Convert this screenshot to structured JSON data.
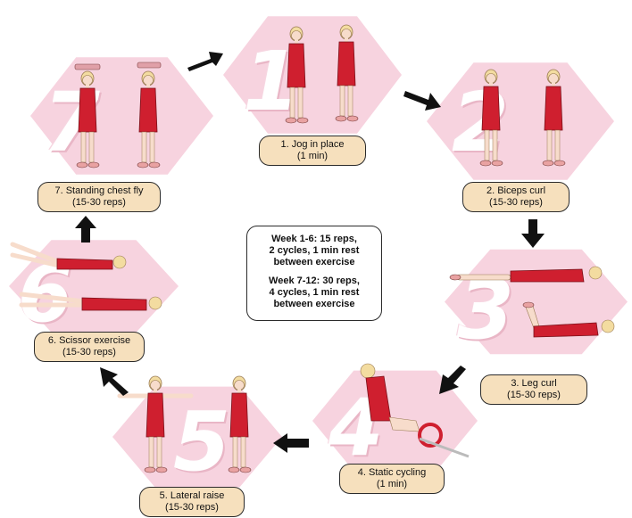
{
  "stations": [
    {
      "number": "1",
      "title": "1. Jog in place",
      "detail": "(1 min)"
    },
    {
      "number": "2",
      "title": "2. Biceps curl",
      "detail": "(15-30 reps)"
    },
    {
      "number": "3",
      "title": "3. Leg curl",
      "detail": "(15-30 reps)"
    },
    {
      "number": "4",
      "title": "4. Static cycling",
      "detail": "(1 min)"
    },
    {
      "number": "5",
      "title": "5. Lateral raise",
      "detail": "(15-30 reps)"
    },
    {
      "number": "6",
      "title": "6. Scissor exercise",
      "detail": "(15-30 reps)"
    },
    {
      "number": "7",
      "title": "7. Standing chest fly",
      "detail": "(15-30 reps)"
    }
  ],
  "info": {
    "week1_6": [
      "Week 1-6: 15 reps,",
      "2 cycles, 1 min rest",
      "between exercise"
    ],
    "week7_12": [
      "Week 7-12: 30 reps,",
      "4 cycles, 1 min rest",
      "between exercise"
    ]
  },
  "colors": {
    "hexagon": "#f7d3df",
    "outfit": "#cf1f2f",
    "skin": "#f7dccb",
    "hair": "#f3dca0",
    "caption": "#f6e0bd",
    "arrow": "#111111"
  }
}
